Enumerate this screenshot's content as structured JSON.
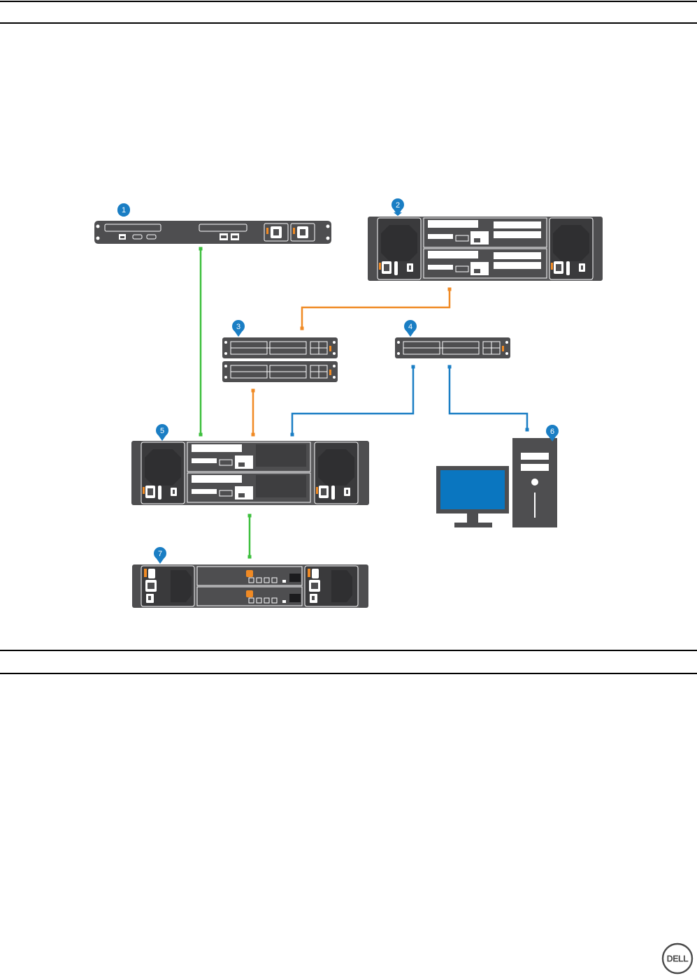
{
  "logo": {
    "text": "DELL",
    "color": "#4b4b4b"
  },
  "colors": {
    "device": "#4e4e50",
    "device_light": "#ffffff",
    "callout": "#1a7ec4",
    "link_green": "#3dbf3d",
    "link_orange": "#f08a24",
    "link_blue": "#1a7ec4",
    "monitor_screen": "#0a76c0"
  },
  "callouts": [
    {
      "id": 1,
      "label": "1",
      "device": "1U server"
    },
    {
      "id": 2,
      "label": "2",
      "device": "2U controller"
    },
    {
      "id": 3,
      "label": "3",
      "device": "network switches"
    },
    {
      "id": 4,
      "label": "4",
      "device": "network switch"
    },
    {
      "id": 5,
      "label": "5",
      "device": "storage system"
    },
    {
      "id": 6,
      "label": "6",
      "device": "workstation"
    },
    {
      "id": 7,
      "label": "7",
      "device": "expansion enclosure"
    }
  ],
  "connections": [
    {
      "from": 1,
      "to": 5,
      "color": "link_green"
    },
    {
      "from": 2,
      "to": 3,
      "color": "link_orange"
    },
    {
      "from": 3,
      "to": 5,
      "color": "link_orange"
    },
    {
      "from": 4,
      "to": 5,
      "color": "link_blue"
    },
    {
      "from": 4,
      "to": 6,
      "color": "link_blue"
    },
    {
      "from": 5,
      "to": 7,
      "color": "link_green"
    }
  ]
}
